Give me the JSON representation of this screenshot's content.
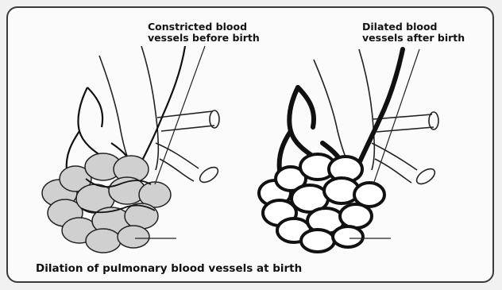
{
  "labels": {
    "left_line1": "Constricted blood",
    "left_line2": "vessels before birth",
    "right_line1": "Dilated blood",
    "right_line2": "vessels after birth"
  },
  "caption": "Dilation of pulmonary blood vessels at birth",
  "colors": {
    "alveolus_fill_left": "#d0d0d0",
    "alveolus_fill_right": "#ffffff",
    "vessel_stroke": "#111111"
  }
}
